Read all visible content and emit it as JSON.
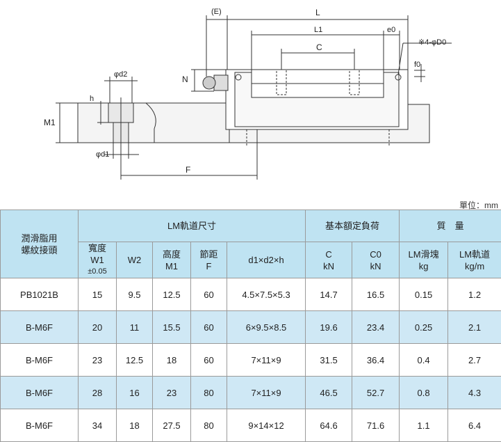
{
  "drawing": {
    "labels": {
      "E": "(E)",
      "L": "L",
      "L1": "L1",
      "e0": "e0",
      "C": "C",
      "holes": "※4-φD0",
      "f0": "f0",
      "N": "N",
      "d2": "φd2",
      "h": "h",
      "M1": "M1",
      "d1": "φd1",
      "F": "F"
    }
  },
  "unit_note": "單位：mm",
  "table": {
    "group_headers": {
      "lubrication": "潤滑脂用\n螺紋接頭",
      "rail": "LM軌道尺寸",
      "load": "基本額定負荷",
      "mass": "質　量"
    },
    "sub_headers": {
      "width": "寬度",
      "w1": "W1",
      "w1_tol": "±0.05",
      "w2": "W2",
      "height": "高度",
      "m1": "M1",
      "pitch": "節距",
      "f": "F",
      "dims": "d1×d2×h",
      "c": "C",
      "c_unit": "kN",
      "c0": "C0",
      "c0_unit": "kN",
      "block": "LM滑塊",
      "block_unit": "kg",
      "rail_mass": "LM軌道",
      "rail_mass_unit": "kg/m"
    },
    "rows": [
      {
        "nipple": "PB1021B",
        "w1": "15",
        "w2": "9.5",
        "m1": "12.5",
        "f": "60",
        "dims": "4.5×7.5×5.3",
        "c": "14.7",
        "c0": "16.5",
        "block": "0.15",
        "rail": "1.2"
      },
      {
        "nipple": "B-M6F",
        "w1": "20",
        "w2": "11",
        "m1": "15.5",
        "f": "60",
        "dims": "6×9.5×8.5",
        "c": "19.6",
        "c0": "23.4",
        "block": "0.25",
        "rail": "2.1"
      },
      {
        "nipple": "B-M6F",
        "w1": "23",
        "w2": "12.5",
        "m1": "18",
        "f": "60",
        "dims": "7×11×9",
        "c": "31.5",
        "c0": "36.4",
        "block": "0.4",
        "rail": "2.7"
      },
      {
        "nipple": "B-M6F",
        "w1": "28",
        "w2": "16",
        "m1": "23",
        "f": "80",
        "dims": "7×11×9",
        "c": "46.5",
        "c0": "52.7",
        "block": "0.8",
        "rail": "4.3"
      },
      {
        "nipple": "B-M6F",
        "w1": "34",
        "w2": "18",
        "m1": "27.5",
        "f": "80",
        "dims": "9×14×12",
        "c": "64.6",
        "c0": "71.6",
        "block": "1.1",
        "rail": "6.4"
      }
    ]
  }
}
